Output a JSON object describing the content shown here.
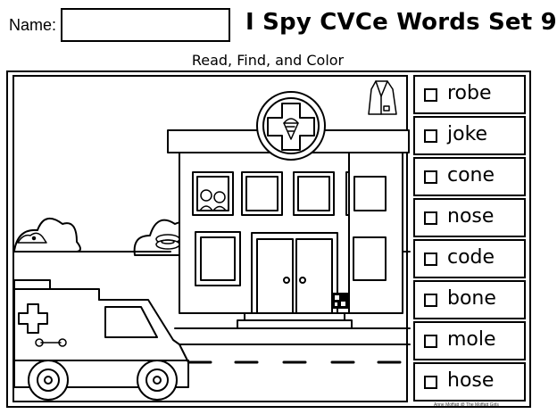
{
  "header": {
    "name_label": "Name:",
    "title": "I Spy CVCe Words Set 9",
    "subtitle": "Read, Find, and Color"
  },
  "words": [
    "robe",
    "joke",
    "cone",
    "nose",
    "code",
    "bone",
    "mole",
    "hose"
  ],
  "credit": "Anne Moffatt @ The Moffatt Girls",
  "scene": {
    "items": [
      "robe-icon",
      "ice-cream-cone-icon",
      "children-laughing-icon",
      "mole-icon",
      "hose-icon",
      "qr-code-icon",
      "bone-icon",
      "ambulance-icon",
      "hospital-building"
    ]
  }
}
